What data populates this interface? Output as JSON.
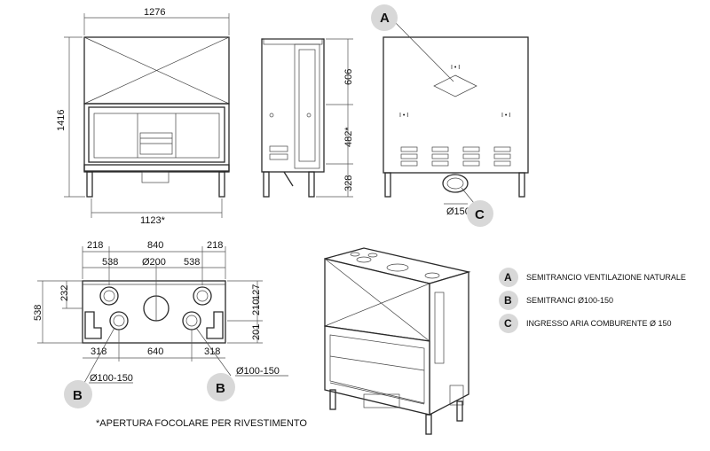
{
  "dimensions": {
    "top_width": "1276",
    "height_total": "1416",
    "opening_width": "1123*",
    "side_top": "606",
    "side_mid": "482*",
    "side_bottom": "328",
    "back_outlet": "Ø150",
    "plan_218_left": "218",
    "plan_840": "840",
    "plan_218_right": "218",
    "plan_538_left": "538",
    "plan_d200": "Ø200",
    "plan_538_right": "538",
    "plan_538_depth": "538",
    "plan_232": "232",
    "plan_210": "210",
    "plan_127": "127",
    "plan_201": "201",
    "plan_318_left": "318",
    "plan_640": "640",
    "plan_318_right": "318",
    "plan_d100_left": "Ø100-150",
    "plan_d100_right": "Ø100-150"
  },
  "callouts": {
    "a": "A",
    "b_left": "B",
    "b_right": "B",
    "c": "C"
  },
  "legend": [
    {
      "letter": "A",
      "text": "SEMITRANCIO VENTILAZIONE NATURALE"
    },
    {
      "letter": "B",
      "text": "SEMITRANCI Ø100-150"
    },
    {
      "letter": "C",
      "text": "INGRESSO ARIA COMBURENTE Ø 150"
    }
  ],
  "note": "*APERTURA FOCOLARE PER RIVESTIMENTO"
}
